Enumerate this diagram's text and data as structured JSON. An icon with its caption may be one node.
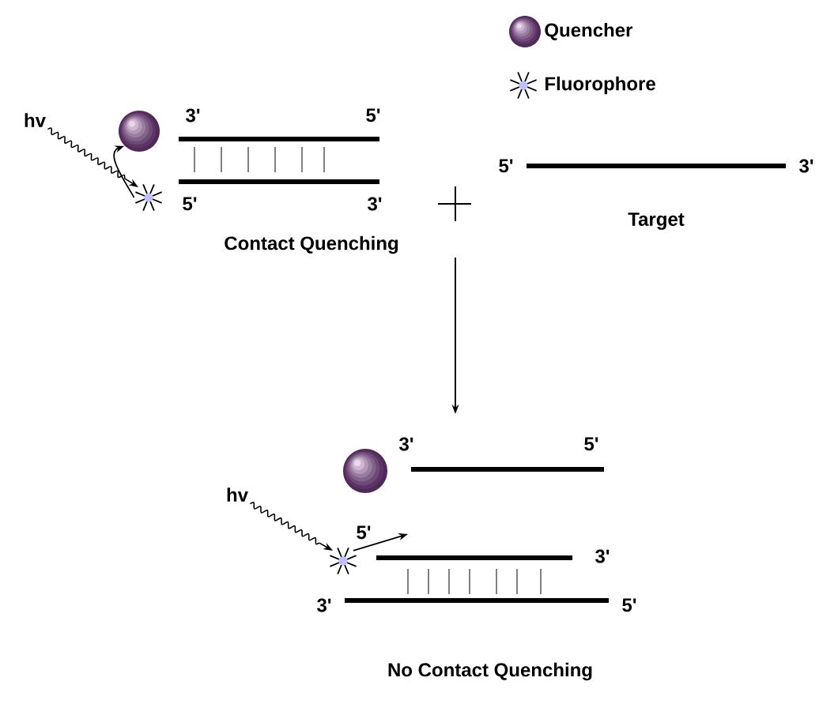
{
  "diagram": {
    "nodes": [
      {
        "text": [
          "hv"
        ]
      },
      {
        "text": [],
        "shape": "circle"
      },
      {
        "text": [],
        "shape": "star"
      },
      {
        "text": [
          "Contact Quenching"
        ]
      },
      {
        "text": [
          "Target"
        ]
      },
      {
        "text": [
          "hv"
        ]
      },
      {
        "text": [],
        "shape": "circle"
      },
      {
        "text": [],
        "shape": "star"
      }
    ],
    "edges": [
      {
        "from": 0,
        "to": 2,
        "arrow": "to"
      },
      {
        "from": 2,
        "to": 1,
        "arrow": "to"
      },
      {
        "from": 3,
        "to": null,
        "arrow": "to"
      },
      {
        "from": 5,
        "to": 7,
        "arrow": "to"
      },
      {
        "from": 7,
        "to": null,
        "arrow": "to"
      }
    ],
    "labels": [
      "3'",
      "5'",
      "5'",
      "3'",
      "5'",
      "3'",
      "3'",
      "5'",
      "5'",
      "3'",
      "3'",
      "5'",
      "No Contact Quenching"
    ],
    "legend": [
      {
        "text": "Quencher"
      },
      {
        "text": "Fluorophore"
      }
    ]
  }
}
